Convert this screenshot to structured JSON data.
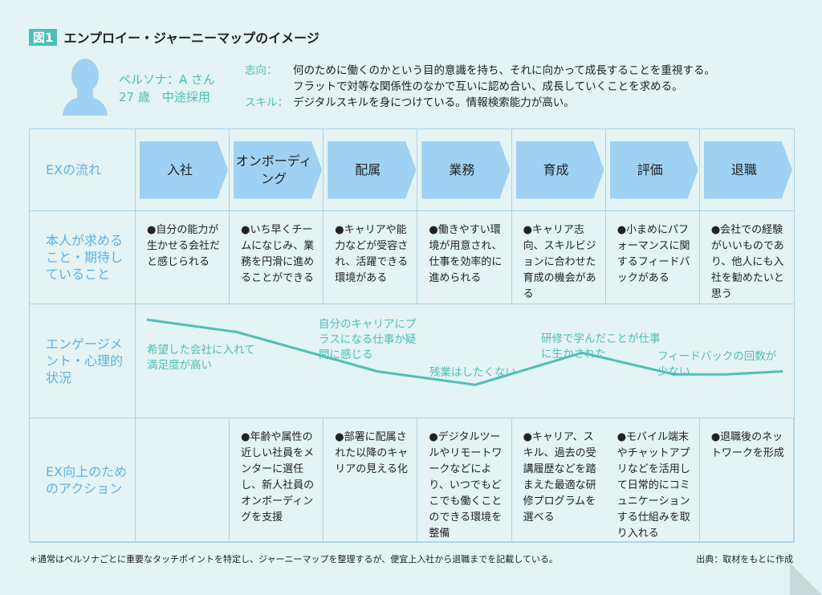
{
  "title": {
    "fig": "図1",
    "text": "エンプロイー・ジャーニーマップのイメージ"
  },
  "persona": {
    "name": "ペルソナ：A さん",
    "detail": "27 歳　中途採用"
  },
  "desc": {
    "orientation_label": "志向：",
    "orientation_1": "何のために働くのかという目的意識を持ち、それに向かって成長することを重視する。",
    "orientation_2": "フラットで対等な関係性のなかで互いに認め合い、成長していくことを求める。",
    "skill_label": "スキル：",
    "skill": "デジタルスキルを身につけている。情報検索能力が高い。"
  },
  "rows": {
    "flow": "EXの流れ",
    "expect": "本人が求めること・期待していること",
    "engagement": "エンゲージメント・心理的状況",
    "action": "EX向上のためのアクション"
  },
  "stages": [
    "入社",
    "オンボーディング",
    "配属",
    "業務",
    "育成",
    "評価",
    "退職"
  ],
  "expectations": [
    "●自分の能力が生かせる会社だと感じられる",
    "●いち早くチームになじみ、業務を円滑に進めることができる",
    "●キャリアや能力などが受容され、活躍できる環境がある",
    "●働きやすい環境が用意され、仕事を効率的に進められる",
    "●キャリア志向、スキルビジョンに合わせた育成の機会がある",
    "●小まめにパフォーマンスに関するフィードバックがある",
    "●会社での経験がいいものであり、他人にも入社を勧めたいと思う"
  ],
  "engagement_labels": [
    "希望した会社に入れて満足度が高い",
    "自分のキャリアにプラスになる仕事か疑問に感じる",
    "残業はしたくない",
    "研修で学んだことが仕事に生かされた",
    "フィードバックの回数が少ない"
  ],
  "engagement_levels": [
    0.9,
    0.78,
    0.4,
    0.27,
    0.58,
    0.37,
    0.37,
    0.4
  ],
  "actions": [
    "",
    "●年齢や属性の近しい社員をメンターに選任し、新人社員のオンボーディングを支援",
    "●部署に配属された以降のキャリアの見える化",
    "●デジタルツールやリモートワークなどにより、いつでもどこでも働くことのできる環境を整備",
    "●キャリア、スキル、過去の受講履歴などを踏まえた最適な研修プログラムを選べる",
    "●モバイル端末やチャットアプリなどを活用して日常的にコミュニケーションする仕組みを取り入れる",
    "●退職後のネットワークを形成"
  ],
  "footnote": "＊通常はペルソナごとに重要なタッチポイントを特定し、ジャーニーマップを整理するが、便宜上入社から退職までを記載している。",
  "source": "出典：取材をもとに作成",
  "colors": {
    "accent": "#4fbfb6",
    "arrow": "#9fd2f2",
    "header": "#5fb2e6"
  }
}
